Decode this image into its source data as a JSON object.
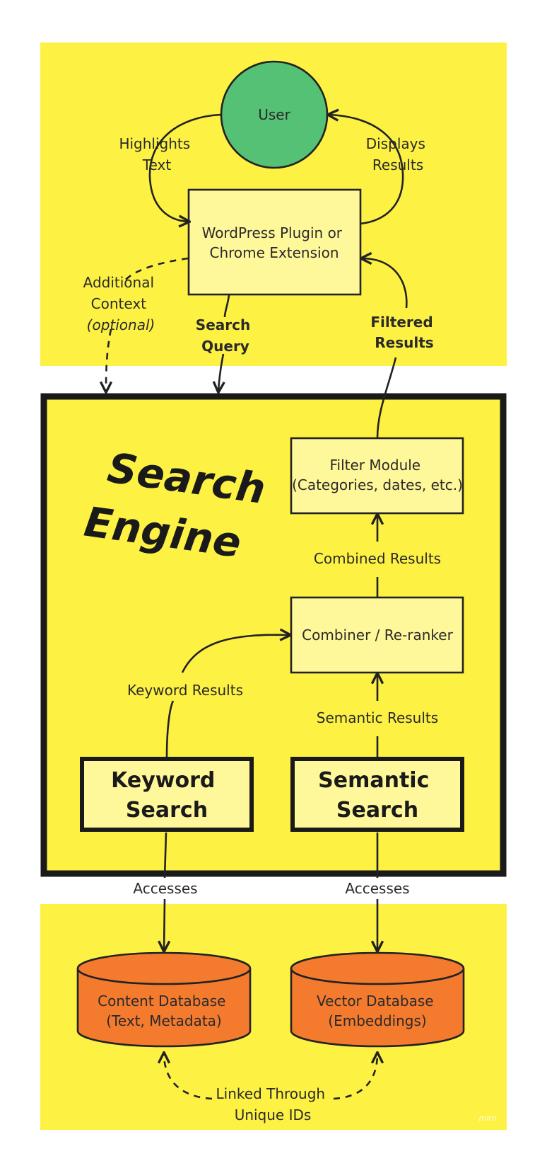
{
  "colors": {
    "panel_yellow": "#fdf143",
    "box_light_yellow": "#fff89a",
    "user_green": "#55c174",
    "database_orange": "#f47b2e",
    "border_black": "#1a1a1a"
  },
  "nodes": {
    "user": "User",
    "plugin": [
      "WordPress Plugin or",
      "Chrome Extension"
    ],
    "search_engine_title": [
      "Search",
      "Engine"
    ],
    "filter_module": [
      "Filter Module",
      "(Categories, dates, etc.)"
    ],
    "combiner": "Combiner / Re-ranker",
    "keyword_search": [
      "Keyword",
      "Search"
    ],
    "semantic_search": [
      "Semantic",
      "Search"
    ],
    "content_db": [
      "Content Database",
      "(Text, Metadata)"
    ],
    "vector_db": [
      "Vector Database",
      "(Embeddings)"
    ]
  },
  "edges": {
    "highlights_text": [
      "Highlights",
      "Text"
    ],
    "displays_results": [
      "Displays",
      "Results"
    ],
    "additional_context": [
      "Additional",
      "Context",
      "(optional)"
    ],
    "search_query": [
      "Search",
      "Query"
    ],
    "filtered_results": [
      "Filtered",
      "Results"
    ],
    "combined_results": "Combined Results",
    "keyword_results": "Keyword Results",
    "semantic_results": "Semantic Results",
    "accesses_left": "Accesses",
    "accesses_right": "Accesses",
    "linked_ids": [
      "Linked Through",
      "Unique IDs"
    ]
  },
  "watermark": "miro"
}
